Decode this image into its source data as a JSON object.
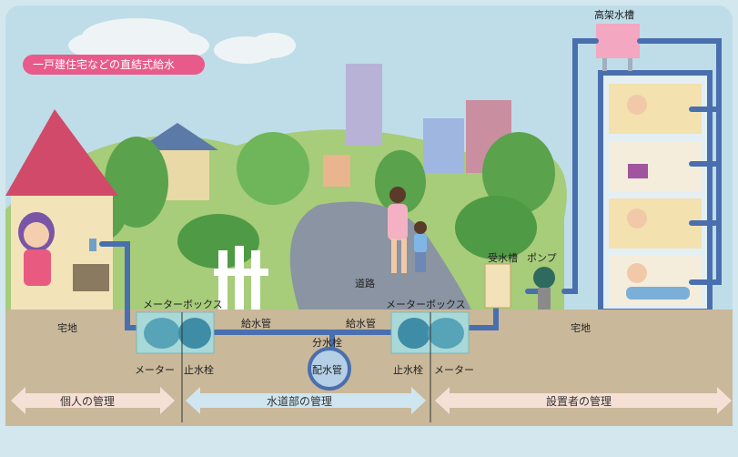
{
  "badge": "一戸建住宅などの直結式給水",
  "labels": {
    "elevated_tank": "高架水槽",
    "receiving_tank": "受水槽",
    "pump": "ポンプ",
    "road": "道路",
    "residential_left": "宅地",
    "residential_right": "宅地",
    "meter_box_left": "メーターボックス",
    "meter_box_right": "メーターボックス",
    "supply_pipe_left": "給水管",
    "supply_pipe_right": "給水管",
    "branch_valve": "分水栓",
    "distribution_main": "配水管",
    "meter_left": "メーター",
    "stop_valve_left": "止水栓",
    "stop_valve_right": "止水栓",
    "meter_right": "メーター"
  },
  "management": {
    "personal": "個人の管理",
    "waterworks": "水道部の管理",
    "installer": "設置者の管理"
  },
  "colors": {
    "sky": "#cfe4ec",
    "pipe": "#4a6fae",
    "ground": "#c9b89a",
    "meter_box": "#a8d9d8",
    "arrow_personal": "#f6e0d6",
    "arrow_waterworks": "#cfe6f1",
    "arrow_installer": "#f6e0d6",
    "badge": "#e85a8a"
  }
}
